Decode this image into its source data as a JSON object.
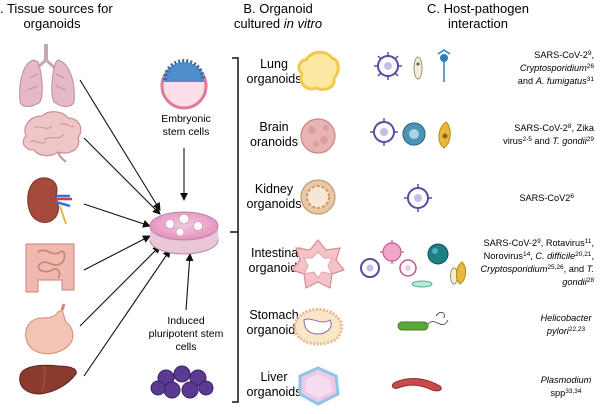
{
  "headers": {
    "a": {
      "line1": "A. Tissue sources for",
      "line2": "organoids"
    },
    "b": {
      "line1": "B. Organoid",
      "line2_plain": "cultured ",
      "line2_italic": "in vitro"
    },
    "c": {
      "line1": "C. Host-pathogen",
      "line2": "interaction"
    }
  },
  "stem_labels": {
    "embryonic": {
      "line1": "Embryonic",
      "line2": "stem cells"
    },
    "ipsc": {
      "line1": "Induced",
      "line2": "pluripotent stem",
      "line3": "cells"
    }
  },
  "organoids": [
    {
      "id": "lung",
      "line1": "Lung",
      "line2": "organoids"
    },
    {
      "id": "brain",
      "line1": "Brain",
      "line2": "oranoids"
    },
    {
      "id": "kidney",
      "line1": "Kidney",
      "line2": "organoids"
    },
    {
      "id": "intestinal",
      "line1": "Intestinal",
      "line2": "organoids"
    },
    {
      "id": "stomach",
      "line1": "Stomach",
      "line2": "organoids"
    },
    {
      "id": "liver",
      "line1": "Liver",
      "line2": "organoids"
    }
  ],
  "pathogens": {
    "lung": {
      "l1_a": "SARS-CoV-2",
      "l1_a_sup": "9",
      "l1_b": ",",
      "l2_a": "Cryptosporidium",
      "l2_a_sup": "26",
      "l3_a": "and ",
      "l3_b": "A. fumigatus",
      "l3_b_sup": "31"
    },
    "brain": {
      "l1_a": "SARS-CoV-2",
      "l1_a_sup": "8",
      "l1_b": ", Zika",
      "l2_a": "virus",
      "l2_a_sup": "2-5",
      "l2_b": " and ",
      "l2_c": "T. gondii",
      "l2_c_sup": "29"
    },
    "kidney": {
      "l1_a": "SARS-CoV2",
      "l1_a_sup": "6"
    },
    "intestinal": {
      "l1_a": "SARS-CoV-2",
      "l1_a_sup": "9",
      "l1_b": ", Rotavirus",
      "l1_b_sup": "11",
      "l1_c": ",",
      "l2_a": "Norovirus",
      "l2_a_sup": "14",
      "l2_b": ", ",
      "l2_c": "C. difficile",
      "l2_c_sup": "20,21",
      "l2_d": ",",
      "l3_a": "Cryptosporidium",
      "l3_a_sup": "25,26",
      "l3_b": ", and ",
      "l3_c": "T.",
      "l4_a": "gondii",
      "l4_a_sup": "28"
    },
    "stomach": {
      "l1_a": "Helicobacter",
      "l2_a": "pylori",
      "l2_a_sup": "22,23"
    },
    "liver": {
      "l1_a": "Plasmodium",
      "l2_a": "spp",
      "l2_a_sup": "33,34"
    }
  }
}
